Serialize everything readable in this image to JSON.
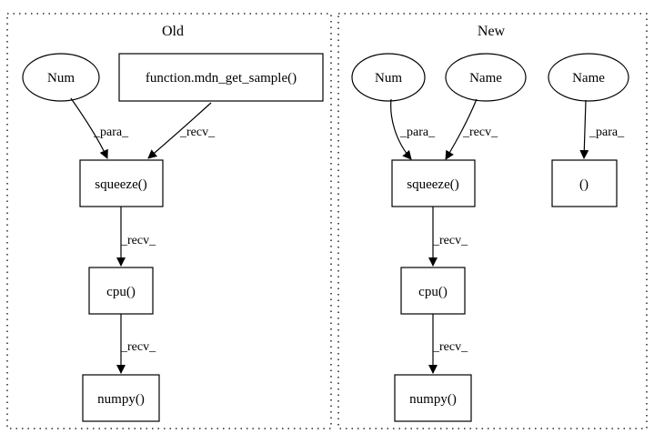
{
  "clusters": [
    {
      "label": "Old",
      "nodes": [
        {
          "id": "old_num",
          "label": "Num",
          "shape": "ellipse"
        },
        {
          "id": "old_func",
          "label": "function.mdn_get_sample()",
          "shape": "box"
        },
        {
          "id": "old_squeeze",
          "label": "squeeze()",
          "shape": "box"
        },
        {
          "id": "old_cpu",
          "label": "cpu()",
          "shape": "box"
        },
        {
          "id": "old_numpy",
          "label": "numpy()",
          "shape": "box"
        }
      ],
      "edges": [
        {
          "from": "old_num",
          "to": "old_squeeze",
          "label": "_para_"
        },
        {
          "from": "old_func",
          "to": "old_squeeze",
          "label": "_recv_"
        },
        {
          "from": "old_squeeze",
          "to": "old_cpu",
          "label": "_recv_"
        },
        {
          "from": "old_cpu",
          "to": "old_numpy",
          "label": "_recv_"
        }
      ]
    },
    {
      "label": "New",
      "nodes": [
        {
          "id": "new_num",
          "label": "Num",
          "shape": "ellipse"
        },
        {
          "id": "new_name1",
          "label": "Name",
          "shape": "ellipse"
        },
        {
          "id": "new_name2",
          "label": "Name",
          "shape": "ellipse"
        },
        {
          "id": "new_squeeze",
          "label": "squeeze()",
          "shape": "box"
        },
        {
          "id": "new_paren",
          "label": "()",
          "shape": "box"
        },
        {
          "id": "new_cpu",
          "label": "cpu()",
          "shape": "box"
        },
        {
          "id": "new_numpy",
          "label": "numpy()",
          "shape": "box"
        }
      ],
      "edges": [
        {
          "from": "new_num",
          "to": "new_squeeze",
          "label": "_para_"
        },
        {
          "from": "new_name1",
          "to": "new_squeeze",
          "label": "_recv_"
        },
        {
          "from": "new_name2",
          "to": "new_paren",
          "label": "_para_"
        },
        {
          "from": "new_squeeze",
          "to": "new_cpu",
          "label": "_recv_"
        },
        {
          "from": "new_cpu",
          "to": "new_numpy",
          "label": "_recv_"
        }
      ]
    }
  ]
}
